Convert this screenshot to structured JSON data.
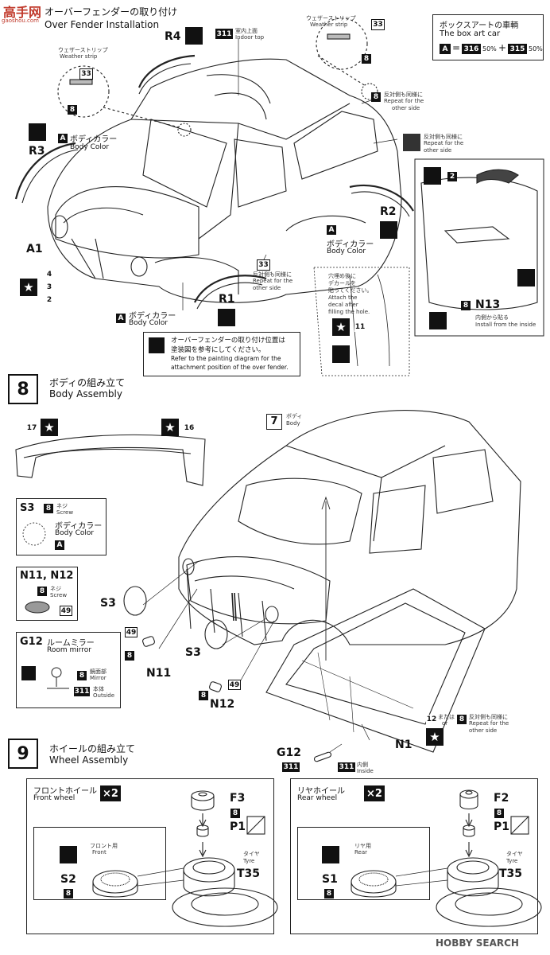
{
  "header": {
    "logo_text": "高手网",
    "logo_sub": "gaoshou.com",
    "title_jp": "オーバーフェンダーの取り付け",
    "title_en": "Over Fender Installation"
  },
  "box_art": {
    "jp": "ボックスアートの車輌",
    "en": "The box art car",
    "formula_a": "A",
    "eq": "=",
    "c1": "316",
    "p1": "50%",
    "plus": "+",
    "c2": "315",
    "p2": "50%"
  },
  "step7": {
    "r4": "R4",
    "r3": "R3",
    "r2": "R2",
    "r1": "R1",
    "a1": "A1",
    "n13": "N13",
    "n13_jp": "内側から貼る",
    "n13_en": "Install from the inside",
    "c311": "311",
    "c311_jp": "室内上面",
    "c311_en": "Indoor top",
    "weather_jp": "ウェザーストリップ",
    "weather_en": "Weather strip",
    "c33": "33",
    "c8": "8",
    "c2": "2",
    "c3": "3",
    "c4": "4",
    "c11": "11",
    "repeat_jp": "反対側も同様に",
    "repeat_en1": "Repeat for the",
    "repeat_en2": "other side",
    "bodycolor_jp": "ボディカラー",
    "bodycolor_en": "Body Color",
    "paint_a": "A",
    "hole_jp1": "穴埋め後に",
    "hole_jp2": "デカールを",
    "hole_jp3": "貼ってください。",
    "hole_en1": "Attach the",
    "hole_en2": "decal after",
    "hole_en3": "filling the hole.",
    "note_jp1": "オーバーフェンダーの取り付け位置は",
    "note_jp2": "塗装図を参考にしてください。",
    "note_en1": "Refer to the painting diagram for the",
    "note_en2": "attachment position of the over fender."
  },
  "step8": {
    "num": "8",
    "title_jp": "ボディの組み立て",
    "title_en": "Body Assembly",
    "c17": "17",
    "c16": "16",
    "part7": "7",
    "body_jp": "ボディ",
    "body_en": "Body",
    "s3": "S3",
    "screw_jp": "ネジ",
    "screw_en": "Screw",
    "bodycolor_jp": "ボディカラー",
    "bodycolor_en": "Body Color",
    "paint_a": "A",
    "c8": "8",
    "n11_n12": "N11, N12",
    "c49": "49",
    "g12": "G12",
    "mirror_jp": "ルームミラー",
    "mirror_en": "Room mirror",
    "mirror_part_jp": "鏡面部",
    "mirror_part_en": "Mirror",
    "outside_jp": "本体",
    "outside_en": "Outside",
    "c311": "311",
    "n11": "N11",
    "n12": "N12",
    "n1": "N1",
    "c12": "12",
    "or_jp": "または",
    "or_en": "or",
    "repeat_jp": "反対側も同様に",
    "repeat_en1": "Repeat for the",
    "repeat_en2": "other side",
    "inside_jp": "内側",
    "inside_en": "Inside"
  },
  "step9": {
    "num": "9",
    "title_jp": "ホイールの組み立て",
    "title_en": "Wheel Assembly",
    "front_jp": "フロントホイール",
    "front_en": "Front wheel",
    "rear_jp": "リヤホイール",
    "rear_en": "Rear wheel",
    "x2": "×2",
    "f3": "F3",
    "f2": "F2",
    "p1": "P1",
    "c8": "8",
    "front_for_jp": "フロント用",
    "front_for_en": "Front",
    "rear_for_jp": "リヤ用",
    "rear_for_en": "Rear",
    "s2": "S2",
    "s1": "S1",
    "tyre_jp": "タイヤ",
    "tyre_en": "Tyre",
    "t35": "T35"
  },
  "watermark": {
    "text": "HOBBY SEARCH"
  }
}
